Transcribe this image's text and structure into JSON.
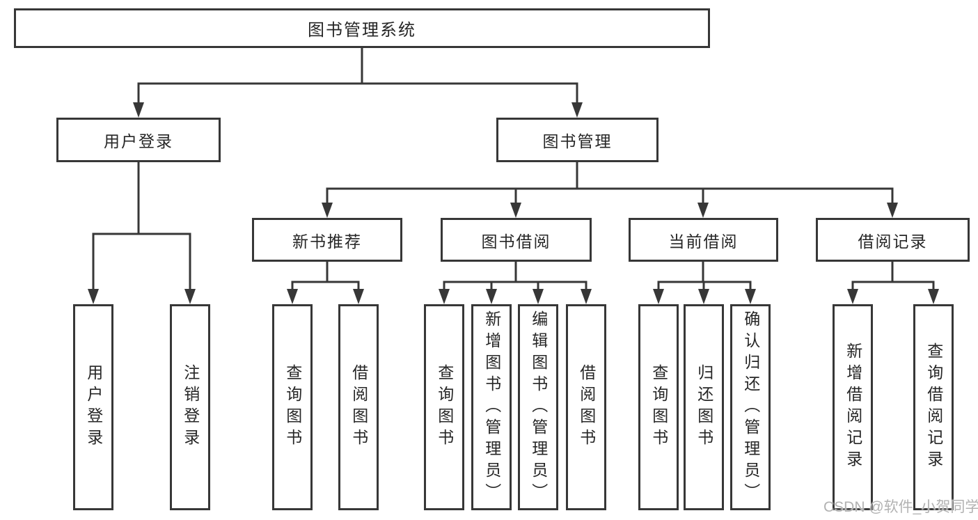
{
  "tree": {
    "root": "图书管理系统",
    "children": [
      {
        "label": "用户登录",
        "children": [
          "用户登录",
          "注销登录"
        ]
      },
      {
        "label": "图书管理",
        "children": [
          {
            "label": "新书推荐",
            "children": [
              "查询图书",
              "借阅图书"
            ]
          },
          {
            "label": "图书借阅",
            "children": [
              "查询图书",
              "新增图书（管理员）",
              "编辑图书（管理员）",
              "借阅图书"
            ]
          },
          {
            "label": "当前借阅",
            "children": [
              "查询图书",
              "归还图书",
              "确认归还（管理员）"
            ]
          },
          {
            "label": "借阅记录",
            "children": [
              "新增借阅记录",
              "查询借阅记录"
            ]
          }
        ]
      }
    ]
  },
  "watermark": {
    "text": "CSDN @软件_小贺同学"
  },
  "colors": {
    "line": "#373737",
    "text": "#262626",
    "box_bg": "#ffffff",
    "background": "#ffffff",
    "watermark": "#b2b2b2"
  }
}
